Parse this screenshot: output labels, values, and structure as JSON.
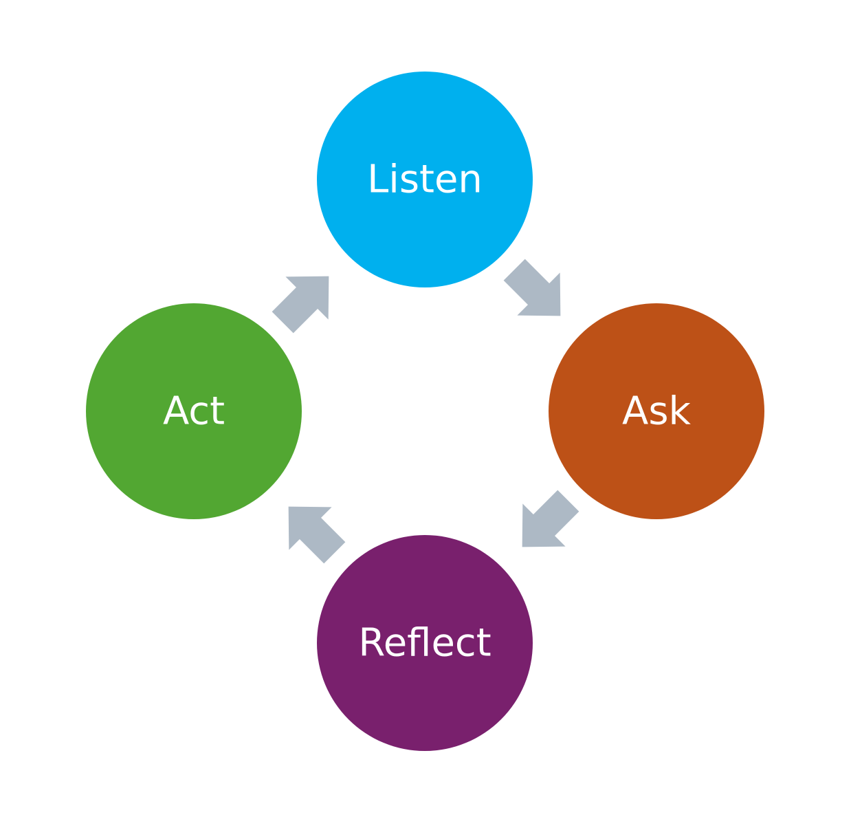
{
  "diagram": {
    "type": "cycle",
    "nodes": [
      {
        "id": "listen",
        "label": "Listen",
        "color": "#00b0ee"
      },
      {
        "id": "ask",
        "label": "Ask",
        "color": "#bd5117"
      },
      {
        "id": "reflect",
        "label": "Reflect",
        "color": "#79206d"
      },
      {
        "id": "act",
        "label": "Act",
        "color": "#52a732"
      }
    ],
    "edges": [
      {
        "from": "listen",
        "to": "ask"
      },
      {
        "from": "ask",
        "to": "reflect"
      },
      {
        "from": "reflect",
        "to": "act"
      },
      {
        "from": "act",
        "to": "listen"
      }
    ],
    "arrow_color": "#adb9c5"
  }
}
